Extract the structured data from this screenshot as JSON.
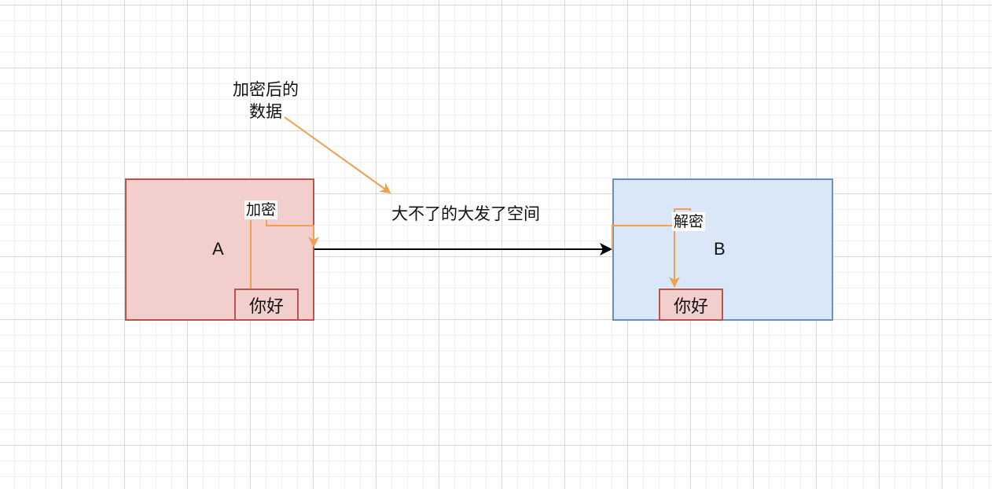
{
  "colors": {
    "sender_fill": "#f2cfcc",
    "sender_stroke": "#b85450",
    "receiver_fill": "#dae7f8",
    "receiver_stroke": "#6c8ebf",
    "process_edge": "#f0a050",
    "transfer_edge": "#000000"
  },
  "nodes": {
    "sender": {
      "label": "A"
    },
    "receiver": {
      "label": "B"
    },
    "plaintext_a": {
      "label": "你好"
    },
    "plaintext_b": {
      "label": "你好"
    }
  },
  "edges": {
    "encrypt": {
      "label": "加密"
    },
    "decrypt": {
      "label": "解密"
    },
    "transfer": {
      "label": "大不了的大发了空间"
    }
  },
  "annotation": {
    "line1": "加密后的",
    "line2": "数据"
  }
}
